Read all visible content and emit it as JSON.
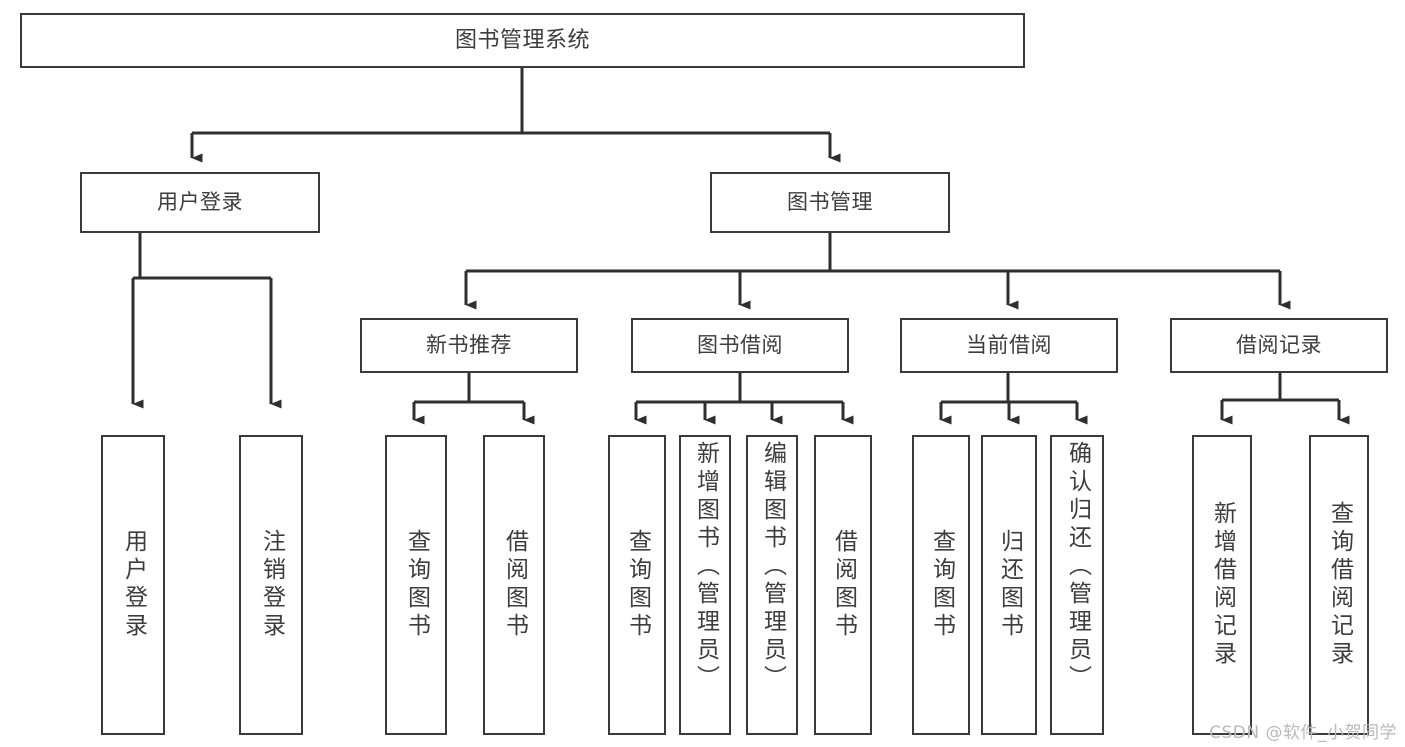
{
  "diagram": {
    "title": "图书管理系统",
    "type": "tree-hierarchy",
    "watermark": "CSDN @软件_小贺同学",
    "colors": {
      "border": "#3a3a3a",
      "text": "#3d3d3d",
      "background": "#ffffff",
      "watermark": "#b9b9b9"
    },
    "levels": {
      "root": {
        "label": "图书管理系统"
      },
      "level1": [
        {
          "label": "用户登录"
        },
        {
          "label": "图书管理"
        }
      ],
      "level2": [
        {
          "label": "新书推荐"
        },
        {
          "label": "图书借阅"
        },
        {
          "label": "当前借阅"
        },
        {
          "label": "借阅记录"
        }
      ],
      "leaves": {
        "user_login": [
          {
            "label": "用户登录"
          },
          {
            "label": "注销登录"
          }
        ],
        "new_book_recommend": [
          {
            "label": "查询图书"
          },
          {
            "label": "借阅图书"
          }
        ],
        "book_borrow": [
          {
            "label": "查询图书"
          },
          {
            "label": "新增图书（管理员）"
          },
          {
            "label": "编辑图书（管理员）"
          },
          {
            "label": "借阅图书"
          }
        ],
        "current_borrow": [
          {
            "label": "查询图书"
          },
          {
            "label": "归还图书"
          },
          {
            "label": "确认归还（管理员）"
          }
        ],
        "borrow_record": [
          {
            "label": "新增借阅记录"
          },
          {
            "label": "查询借阅记录"
          }
        ]
      }
    }
  }
}
